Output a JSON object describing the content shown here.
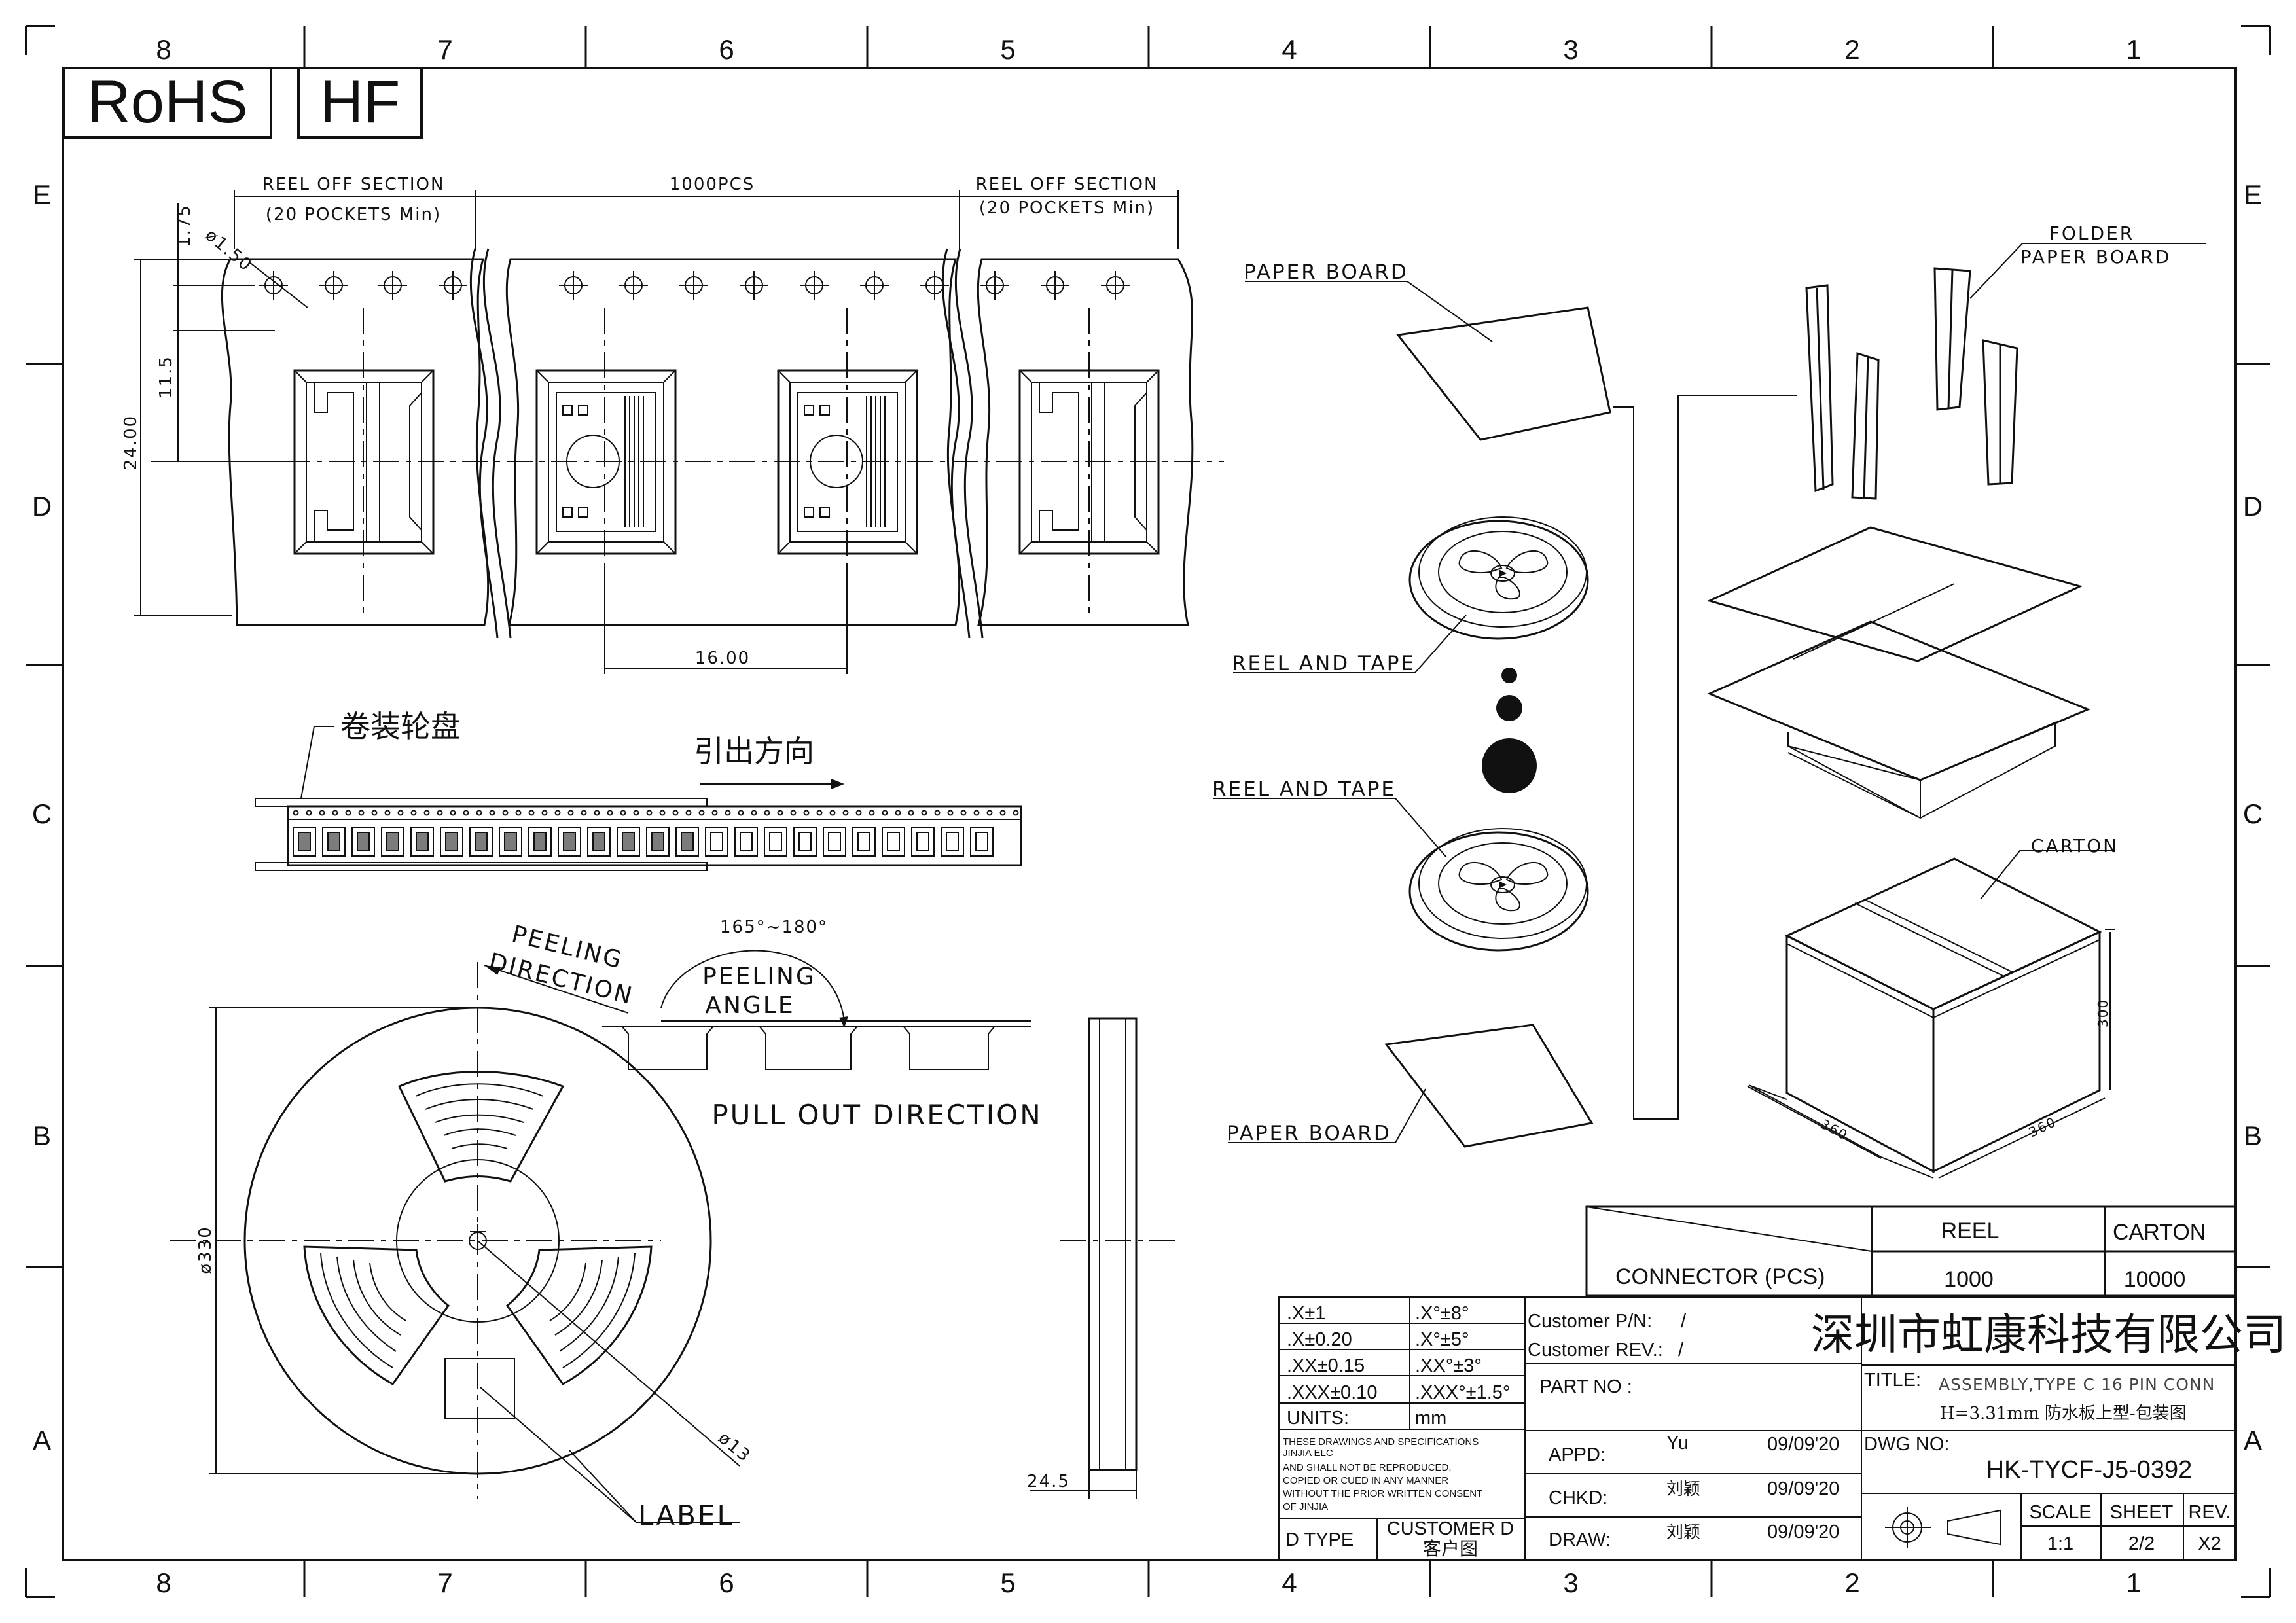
{
  "zones": {
    "columns": [
      "8",
      "7",
      "6",
      "5",
      "4",
      "3",
      "2",
      "1"
    ],
    "rows": [
      "E",
      "D",
      "C",
      "B",
      "A"
    ]
  },
  "badges": [
    "RoHS",
    "HF"
  ],
  "tape_view": {
    "reel_off_left": "REEL OFF SECTION",
    "pockets_left": "(20 POCKETS Min)",
    "quantity": "1000PCS",
    "reel_off_right": "REEL OFF SECTION",
    "pockets_right": "(20 POCKETS Min)",
    "dim_175": "1.75",
    "dim_hole": "ø1.50",
    "dim_115": "11.5",
    "dim_2400": "24.00",
    "dim_pitch": "16.00"
  },
  "strip_view": {
    "reel_label": "卷装轮盘",
    "pull_direction": "引出方向"
  },
  "peel_view": {
    "peeling_direction_1": "PEELING",
    "peeling_direction_2": "DIRECTION",
    "angle_value": "165°~180°",
    "peeling_angle_1": "PEELING",
    "peeling_angle_2": "ANGLE",
    "pull_out": "PULL OUT DIRECTION"
  },
  "reel_view": {
    "dia_330": "ø330",
    "dia_13": "ø13",
    "label": "LABEL",
    "width": "24.5"
  },
  "packing": {
    "paper_board_top": "PAPER BOARD",
    "folder_1": "FOLDER",
    "folder_2": "PAPER BOARD",
    "reel_and_tape_1": "REEL AND TAPE",
    "reel_and_tape_2": "REEL AND TAPE",
    "carton": "CARTON",
    "carton_dim_w": "360",
    "carton_dim_d": "360",
    "carton_dim_h": "300",
    "paper_board_bottom": "PAPER BOARD"
  },
  "quantity_table": {
    "header_reel": "REEL",
    "header_carton": "CARTON",
    "row_label": "CONNECTOR (PCS)",
    "reel_qty": "1000",
    "carton_qty": "10000"
  },
  "title_block": {
    "tolerances": [
      [
        ".X±1",
        ".X°±8°"
      ],
      [
        ".X±0.20",
        ".X°±5°"
      ],
      [
        ".XX±0.15",
        ".XX°±3°"
      ],
      [
        ".XXX±0.10",
        ".XXX°±1.5°"
      ],
      [
        "UNITS:",
        "mm"
      ]
    ],
    "notice": [
      "THESE DRAWINGS AND SPECIFICATIONS",
      "JINJIA ELC",
      "AND SHALL NOT BE REPRODUCED,",
      "COPIED OR CUED IN ANY MANNER",
      "WITHOUT THE PRIOR WRITTEN CONSENT",
      "OF JINJIA"
    ],
    "d_type": "D TYPE",
    "customer_d_1": "CUSTOMER D",
    "customer_d_2": "客户图",
    "customer_pn_label": "Customer P/N:",
    "customer_pn_value": "/",
    "customer_rev_label": "Customer REV.:",
    "customer_rev_value": "/",
    "part_no": "PART NO :",
    "appd_label": "APPD:",
    "appd_name": "Yu",
    "appd_date": "09/09'20",
    "chkd_label": "CHKD:",
    "chkd_name": "刘颖",
    "chkd_date": "09/09'20",
    "draw_label": "DRAW:",
    "draw_name": "刘颖",
    "draw_date": "09/09'20",
    "company": "深圳市虹康科技有限公司",
    "title_label": "TITLE:",
    "title_line1": "ASSEMBLY,TYPE C 16 PIN CONN",
    "title_line2": "H=3.31mm 防水板上型-包装图",
    "dwg_no_label": "DWG NO:",
    "dwg_no": "HK-TYCF-J5-0392",
    "scale_label": "SCALE",
    "sheet_label": "SHEET",
    "rev_label": "REV.",
    "scale_value": "1:1",
    "sheet_value": "2/2",
    "rev_value": "X2"
  }
}
